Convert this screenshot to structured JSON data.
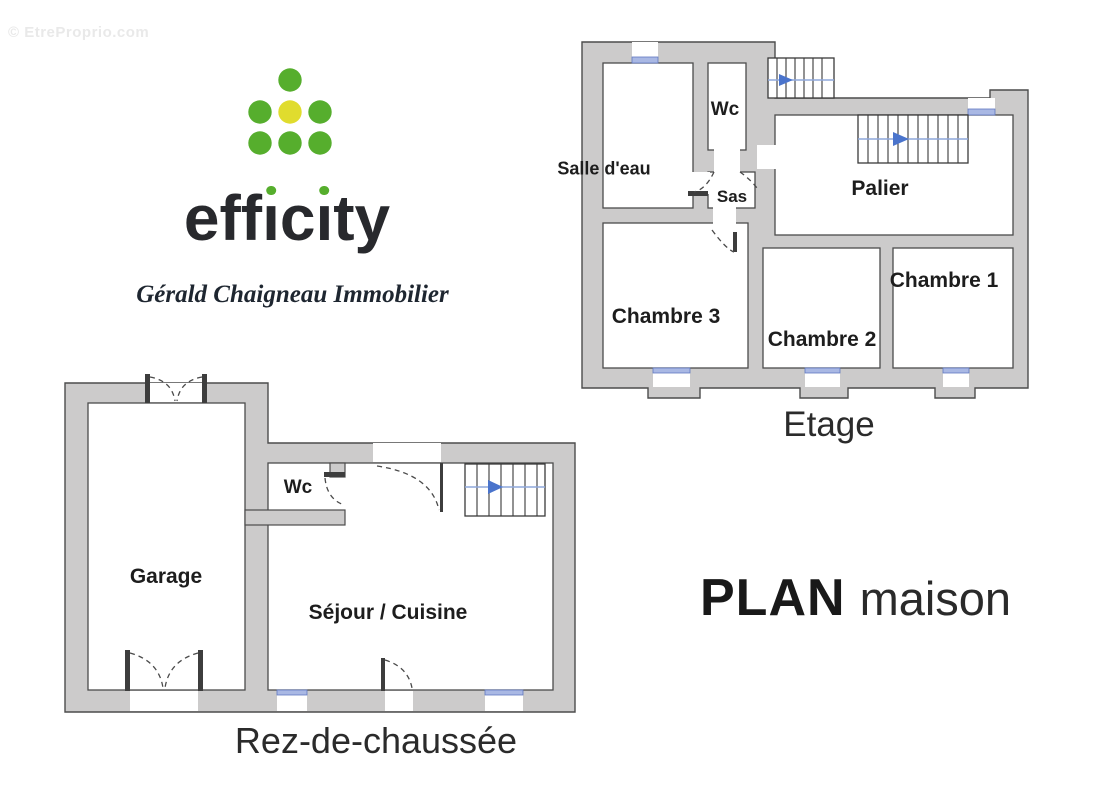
{
  "watermark": "© EtreProprio.com",
  "logo": {
    "brand": "efficity",
    "brand_parts": [
      "eff",
      "ı",
      "c",
      "ı",
      "ty"
    ],
    "tagline": "Gérald Chaigneau Immobilier"
  },
  "heading": {
    "bold": "PLAN",
    "light": "maison"
  },
  "etage": {
    "title": "Etage",
    "salle_deau": "Salle d'eau",
    "wc": "Wc",
    "sas": "Sas",
    "palier": "Palier",
    "chambre3": "Chambre 3",
    "chambre2": "Chambre 2",
    "chambre1": "Chambre 1"
  },
  "rdc": {
    "title": "Rez-de-chaussée",
    "garage": "Garage",
    "wc": "Wc",
    "sejour": "Séjour / Cuisine"
  },
  "palette": {
    "wall_fill": "#cccbcb",
    "wall_line": "#4c4c4c",
    "window_blue": "#a9b8e4",
    "window_edge": "#6078c0",
    "stair_line": "#8fa8dc",
    "stair_arrow": "#4a74cc",
    "logo_green": "#56ae2d",
    "logo_yellow": "#e0dc2e",
    "text_dark": "#1d1d1d"
  }
}
